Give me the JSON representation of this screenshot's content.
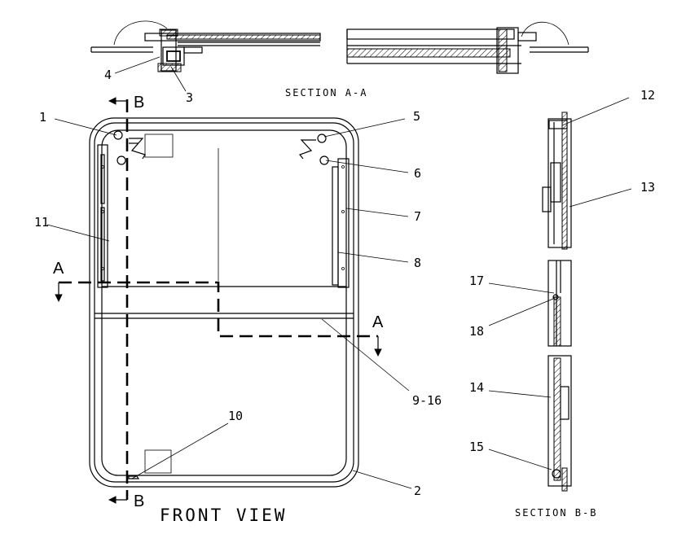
{
  "diagram": {
    "section_aa_label": "SECTION A-A",
    "section_bb_label": "SECTION B-B",
    "front_view_label": "FRONT VIEW",
    "cut_labels": {
      "a_left": "A",
      "a_right": "A",
      "b_top": "B",
      "b_bottom": "B"
    },
    "callouts": {
      "c1": "1",
      "c2": "2",
      "c3": "3",
      "c4": "4",
      "c5": "5",
      "c6": "6",
      "c7": "7",
      "c8": "8",
      "c9_16": "9-16",
      "c10": "10",
      "c11": "11",
      "c12": "12",
      "c13": "13",
      "c14": "14",
      "c15": "15",
      "c17": "17",
      "c18": "18"
    }
  }
}
